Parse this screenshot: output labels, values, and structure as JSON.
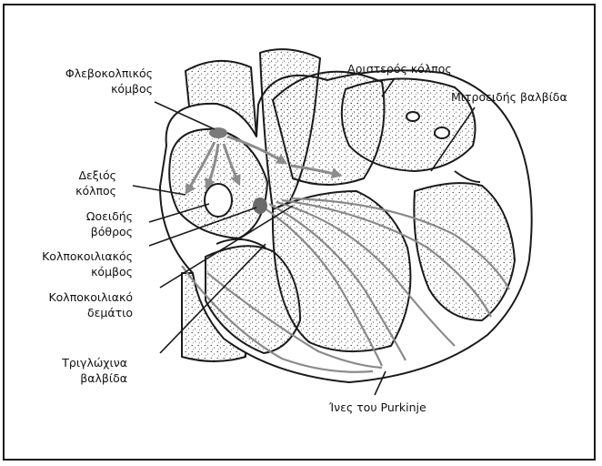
{
  "labels": {
    "sa_node": [
      "Φλεβοκολπικός",
      "κόμβος"
    ],
    "left_atrium": "Αριστερός κόλπος",
    "mitral_valve": "Μιτροειδής βαλβίδα",
    "right_atrium": [
      "Δεξιός",
      "κόλπος"
    ],
    "fossa_ovalis": [
      "Ωοειδής",
      "βόθρος"
    ],
    "av_node": [
      "Κολποκοιλιακός",
      "κόμβος"
    ],
    "av_bundle": [
      "Κολποκοιλιακό",
      "δεμάτιο"
    ],
    "tricuspid_valve": [
      "Τριγλώχινα",
      "βαλβίδα"
    ],
    "purkinje_fibers": "Ίνες του Purkinje"
  },
  "colors": {
    "outline": "#1a1a1a",
    "stipple": "#2a2a2a",
    "conduction": "#8a8a8a",
    "arrows": "#8c8c8c"
  },
  "icons": [
    "heart-illustration"
  ]
}
